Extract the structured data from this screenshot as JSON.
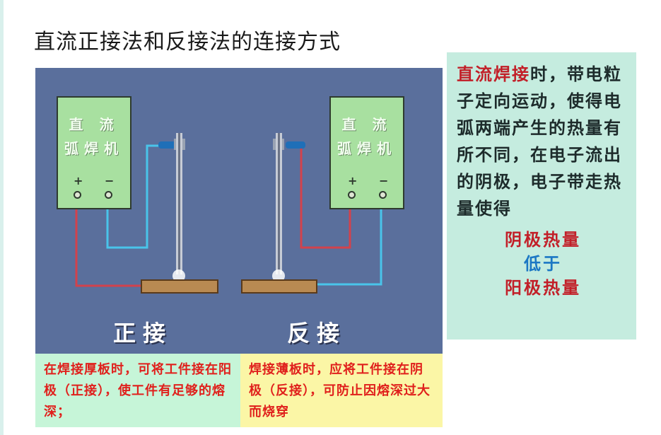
{
  "slide": {
    "title": "直流正接法和反接法的连接方式"
  },
  "diagram": {
    "machine_line1": "直 流",
    "machine_line2": "弧焊机",
    "plus": "+",
    "minus": "−",
    "left_label": "正接",
    "right_label": "反接",
    "colors": {
      "background": "#5a6f9c",
      "machine": "#a8e0a0",
      "positive_wire": "#d2424c",
      "negative_wire": "#49c4ea",
      "workpiece": "#b98a52"
    }
  },
  "captions": {
    "left": "在焊接厚板时，可将工件接在阳极（正接），使工件有足够的熔深；",
    "right": "焊接薄板时，应将工件接在阴极（反接），可防止因熔深过大而烧穿"
  },
  "explanation": {
    "highlight": "直流焊接",
    "body": "时，带电粒子定向运动，使得电弧两端产生的热量有所不同，在电子流出的阴极，电子带走热量使得",
    "conclusion_1": "阴极热量",
    "conclusion_2": "低于",
    "conclusion_3": "阳极热量"
  }
}
